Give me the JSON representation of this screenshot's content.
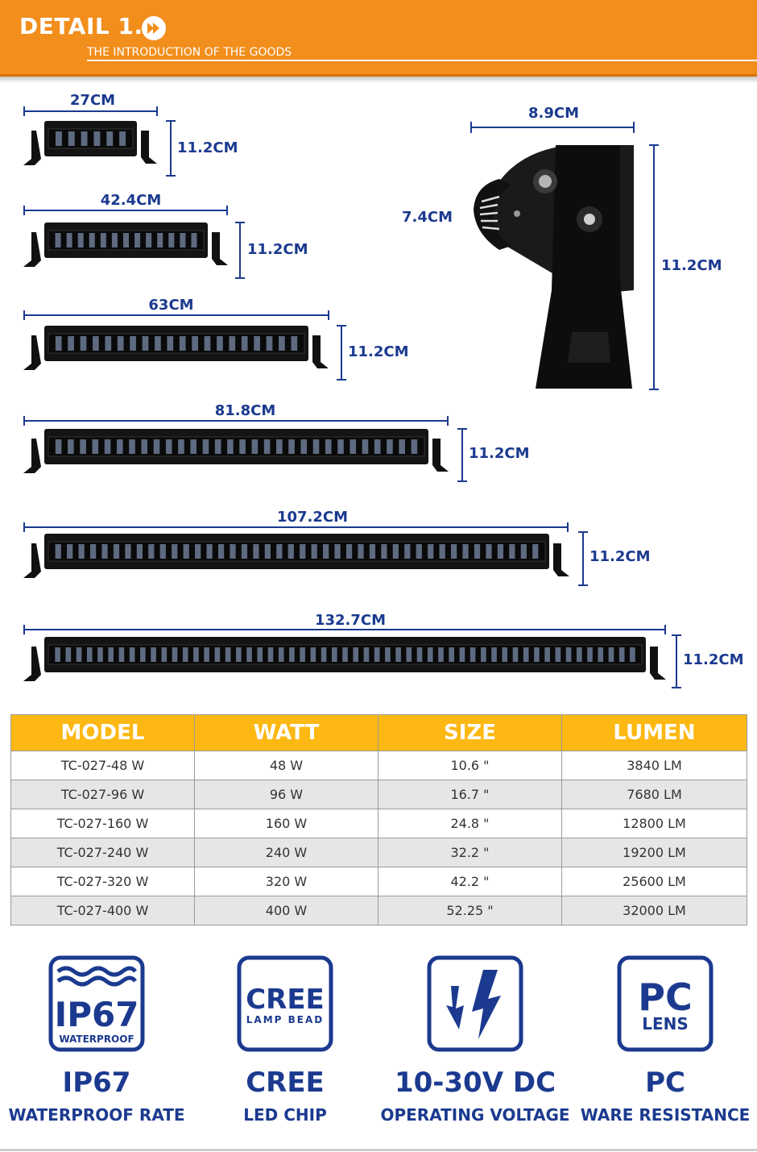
{
  "header": {
    "title": "DETAIL 1.",
    "subtitle": "THE INTRODUCTION OF THE GOODS",
    "icon": "fast-forward-icon",
    "color": "#f28e1b"
  },
  "dimensions": {
    "bar1": {
      "width": "27CM",
      "height": "11.2CM"
    },
    "bar2": {
      "width": "42.4CM",
      "height": "11.2CM"
    },
    "bar3": {
      "width": "63CM",
      "height": "11.2CM"
    },
    "bar4": {
      "width": "81.8CM",
      "height": "11.2CM"
    },
    "bar5": {
      "width": "107.2CM",
      "height": "11.2CM"
    },
    "bar6": {
      "width": "132.7CM",
      "height": "11.2CM"
    },
    "side": {
      "depth": "8.9CM",
      "bracket": "7.4CM",
      "height": "11.2CM"
    }
  },
  "table": {
    "headers": [
      "MODEL",
      "WATT",
      "SIZE",
      "LUMEN"
    ],
    "rows": [
      [
        "TC-027-48 W",
        "48 W",
        "10.6 \"",
        "3840 LM"
      ],
      [
        "TC-027-96 W",
        "96 W",
        "16.7 \"",
        "7680 LM"
      ],
      [
        "TC-027-160 W",
        "160 W",
        "24.8 \"",
        "12800 LM"
      ],
      [
        "TC-027-240 W",
        "240 W",
        "32.2 \"",
        "19200 LM"
      ],
      [
        "TC-027-320 W",
        "320 W",
        "42.2 \"",
        "25600 LM"
      ],
      [
        "TC-027-400 W",
        "400 W",
        "52.25 \"",
        "32000 LM"
      ]
    ],
    "header_color": "#fdb813"
  },
  "features": [
    {
      "icon": "ip67-waterproof-icon",
      "badge_main": "IP67",
      "badge_sub": "WATERPROOF",
      "title": "IP67",
      "subtitle": "WATERPROOF RATE"
    },
    {
      "icon": "cree-lamp-bead-icon",
      "badge_main": "CREE",
      "badge_sub": "LAMP BEAD",
      "title": "CREE",
      "subtitle": "LED CHIP"
    },
    {
      "icon": "lightning-voltage-icon",
      "title": "10-30V DC",
      "subtitle": "OPERATING VOLTAGE"
    },
    {
      "icon": "pc-lens-icon",
      "badge_main": "PC",
      "badge_sub": "LENS",
      "title": "PC",
      "subtitle": "WARE RESISTANCE"
    }
  ],
  "accent_color": "#1b3a8f"
}
